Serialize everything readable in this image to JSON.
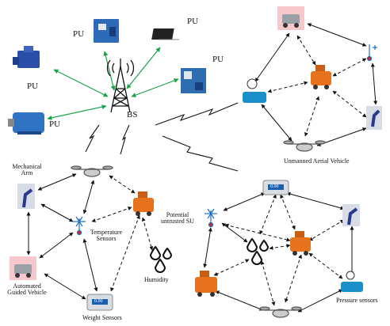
{
  "labels": {
    "pu": "PU",
    "bs": "BS",
    "uav": "Unmanned Aerial Vehicle",
    "mech_arm_1": "Mechanical",
    "mech_arm_2": "Arm",
    "temp_1": "Temperature",
    "temp_2": "Sensors",
    "potential_1": "Potential",
    "potential_2": "untrusted  SU",
    "humidity": "Humidity",
    "agv_1": "Automated",
    "agv_2": "Guided Vehicle",
    "weight": "Weight Sensors",
    "pressure": "Pressure sensors",
    "scale_display": "0.00"
  },
  "colors": {
    "pu_link": "#1aa34a",
    "link": "#111111",
    "robot": "#e8731e",
    "thermo": "#1a6fc0",
    "arm": "#2a3a8a",
    "valve": "#1b8fc9"
  }
}
